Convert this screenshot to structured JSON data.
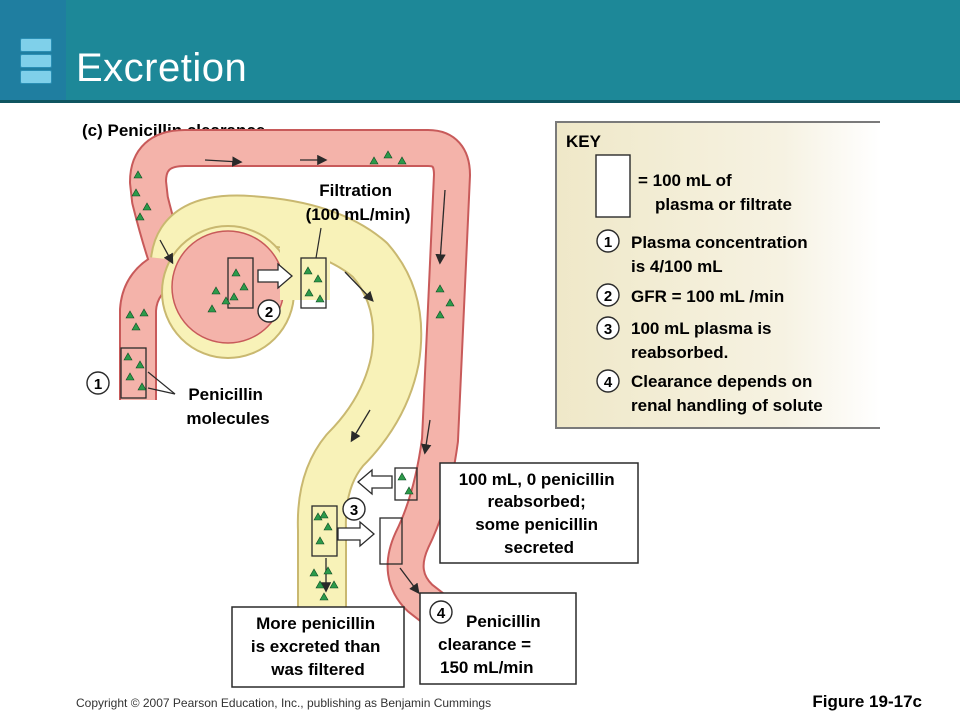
{
  "header": {
    "title": "Excretion",
    "icon": "menu-bars-icon",
    "color": "#1d8898"
  },
  "diagram": {
    "title": "(c) Penicillin clearance",
    "filtration_lines": [
      "Filtration",
      "(100 mL/min)"
    ],
    "step_numbers": [
      "1",
      "2",
      "3",
      "4"
    ],
    "penicillin_label_lines": [
      "Penicillin",
      "molecules"
    ],
    "reabsorbed_box_lines": [
      "100 mL, 0 penicillin",
      "reabsorbed;",
      "some penicillin",
      "secreted"
    ],
    "excreted_box_lines": [
      "More penicillin",
      "is excreted than",
      "was filtered"
    ],
    "clearance_box_lines": [
      "Penicillin",
      "clearance =",
      "150 mL/min"
    ]
  },
  "key": {
    "heading": "KEY",
    "box_lines": [
      "= 100 mL of",
      "plasma or filtrate"
    ],
    "items": [
      {
        "number": "1",
        "lines": [
          "Plasma concentration",
          "is 4/100 mL"
        ]
      },
      {
        "number": "2",
        "lines": [
          "GFR = 100 mL /min"
        ]
      },
      {
        "number": "3",
        "lines": [
          "100 mL plasma is",
          "reabsorbed."
        ]
      },
      {
        "number": "4",
        "lines": [
          "Clearance depends on",
          "renal handling of solute"
        ]
      }
    ]
  },
  "footer": {
    "copyright": "Copyright © 2007 Pearson Education, Inc., publishing as Benjamin Cummings",
    "figure": "Figure 19-17c"
  },
  "colors": {
    "vessel": "#f4b3aa",
    "vessel_edge": "#c85a5a",
    "tubule": "#f8f2b8",
    "tubule_edge": "#c9b870",
    "molecule": "#2c9a4a",
    "key_bg": "#f3efd8"
  }
}
